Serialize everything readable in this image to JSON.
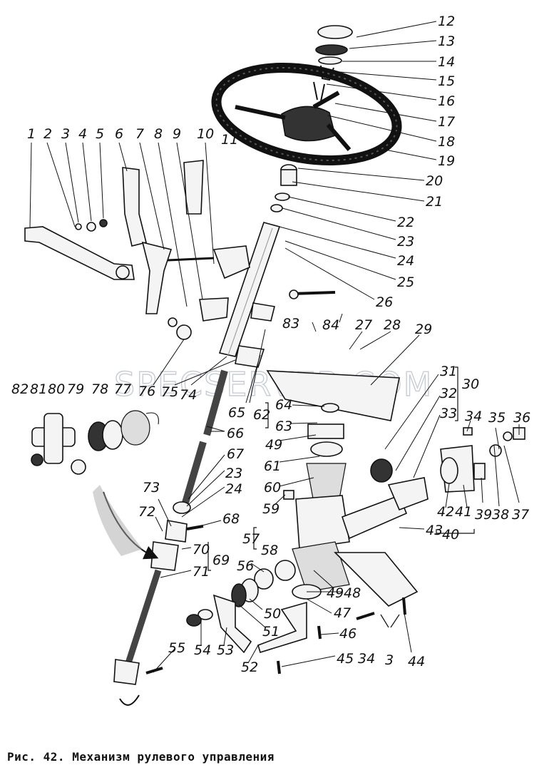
{
  "caption": "Рис. 42. Механизм рулевого управления",
  "watermark": "SPECSERVER.COM",
  "callouts": [
    {
      "id": "1",
      "text": "1"
    },
    {
      "id": "2",
      "text": "2"
    },
    {
      "id": "3a",
      "text": "3"
    },
    {
      "id": "4",
      "text": "4"
    },
    {
      "id": "5",
      "text": "5"
    },
    {
      "id": "6",
      "text": "6"
    },
    {
      "id": "7",
      "text": "7"
    },
    {
      "id": "8",
      "text": "8"
    },
    {
      "id": "9",
      "text": "9"
    },
    {
      "id": "10",
      "text": "10"
    },
    {
      "id": "11",
      "text": "11"
    },
    {
      "id": "12",
      "text": "12"
    },
    {
      "id": "13",
      "text": "13"
    },
    {
      "id": "14",
      "text": "14"
    },
    {
      "id": "15",
      "text": "15"
    },
    {
      "id": "16",
      "text": "16"
    },
    {
      "id": "17",
      "text": "17"
    },
    {
      "id": "18",
      "text": "18"
    },
    {
      "id": "19",
      "text": "19"
    },
    {
      "id": "20",
      "text": "20"
    },
    {
      "id": "21",
      "text": "21"
    },
    {
      "id": "22",
      "text": "22"
    },
    {
      "id": "23a",
      "text": "23"
    },
    {
      "id": "24a",
      "text": "24"
    },
    {
      "id": "25",
      "text": "25"
    },
    {
      "id": "26",
      "text": "26"
    },
    {
      "id": "27",
      "text": "27"
    },
    {
      "id": "28",
      "text": "28"
    },
    {
      "id": "29",
      "text": "29"
    },
    {
      "id": "30",
      "text": "30"
    },
    {
      "id": "31",
      "text": "31"
    },
    {
      "id": "32",
      "text": "32"
    },
    {
      "id": "33",
      "text": "33"
    },
    {
      "id": "34a",
      "text": "34"
    },
    {
      "id": "35",
      "text": "35"
    },
    {
      "id": "36",
      "text": "36"
    },
    {
      "id": "37",
      "text": "37"
    },
    {
      "id": "38",
      "text": "38"
    },
    {
      "id": "39",
      "text": "39"
    },
    {
      "id": "40",
      "text": "40"
    },
    {
      "id": "41",
      "text": "41"
    },
    {
      "id": "42",
      "text": "42"
    },
    {
      "id": "43",
      "text": "43"
    },
    {
      "id": "44",
      "text": "44"
    },
    {
      "id": "45",
      "text": "45"
    },
    {
      "id": "46",
      "text": "46"
    },
    {
      "id": "47",
      "text": "47"
    },
    {
      "id": "48",
      "text": "48"
    },
    {
      "id": "49a",
      "text": "49"
    },
    {
      "id": "49b",
      "text": "49"
    },
    {
      "id": "50",
      "text": "50"
    },
    {
      "id": "51",
      "text": "51"
    },
    {
      "id": "52",
      "text": "52"
    },
    {
      "id": "53",
      "text": "53"
    },
    {
      "id": "54",
      "text": "54"
    },
    {
      "id": "55",
      "text": "55"
    },
    {
      "id": "56",
      "text": "56"
    },
    {
      "id": "57",
      "text": "57"
    },
    {
      "id": "58",
      "text": "58"
    },
    {
      "id": "59",
      "text": "59"
    },
    {
      "id": "60",
      "text": "60"
    },
    {
      "id": "61",
      "text": "61"
    },
    {
      "id": "62",
      "text": "62"
    },
    {
      "id": "63",
      "text": "63"
    },
    {
      "id": "64",
      "text": "64"
    },
    {
      "id": "65",
      "text": "65"
    },
    {
      "id": "66",
      "text": "66"
    },
    {
      "id": "67",
      "text": "67"
    },
    {
      "id": "68",
      "text": "68"
    },
    {
      "id": "69",
      "text": "69"
    },
    {
      "id": "70",
      "text": "70"
    },
    {
      "id": "71",
      "text": "71"
    },
    {
      "id": "72",
      "text": "72"
    },
    {
      "id": "73",
      "text": "73"
    },
    {
      "id": "74",
      "text": "74"
    },
    {
      "id": "75",
      "text": "75"
    },
    {
      "id": "76",
      "text": "76"
    },
    {
      "id": "77",
      "text": "77"
    },
    {
      "id": "78",
      "text": "78"
    },
    {
      "id": "79",
      "text": "79"
    },
    {
      "id": "80",
      "text": "80"
    },
    {
      "id": "81",
      "text": "81"
    },
    {
      "id": "82",
      "text": "82"
    },
    {
      "id": "83",
      "text": "83"
    },
    {
      "id": "84",
      "text": "84"
    },
    {
      "id": "23b",
      "text": "23"
    },
    {
      "id": "24b",
      "text": "24"
    },
    {
      "id": "34b",
      "text": "34"
    },
    {
      "id": "3b",
      "text": "3"
    }
  ]
}
